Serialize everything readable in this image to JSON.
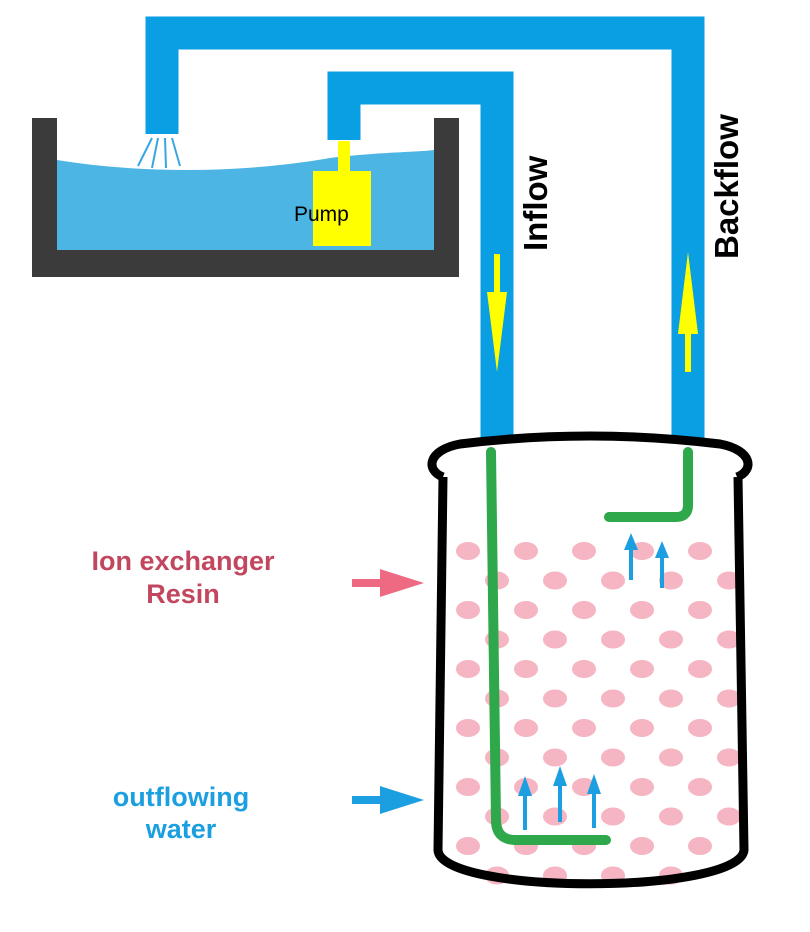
{
  "labels": {
    "pump": "Pump",
    "inflow": "Inflow",
    "backflow": "Backflow",
    "resin_line1": "Ion exchanger",
    "resin_line2": "Resin",
    "outflow_line1": "outflowing",
    "outflow_line2": "water"
  },
  "icons": [
    "spray-nozzle-icon",
    "flow-arrow-icon"
  ],
  "colors": {
    "pipe": "#0a9ee3",
    "water": "#4db5e3",
    "basin": "#3b3b3b",
    "pump": "#ffff00",
    "tube": "#2ea84a",
    "resin_bead": "#f5b5c2",
    "resin_label": "#c2475e",
    "resin_arrow": "#ee6a83",
    "outflow_label": "#1c9fe0",
    "flow_arrow": "#ffff00"
  }
}
